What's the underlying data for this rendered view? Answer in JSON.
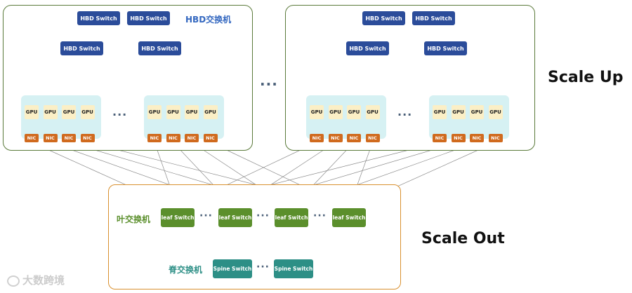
{
  "labels": {
    "scale_up": "Scale Up",
    "scale_out": "Scale Out",
    "hbd_group": "HBD交换机",
    "leaf_group": "叶交换机",
    "spine_group": "脊交换机",
    "ellipsis": "···"
  },
  "node_labels": {
    "hbd": "HBD Switch",
    "gpu": "GPU",
    "nic": "NIC",
    "leaf": "leaf Switch",
    "spine": "Spine Switch"
  },
  "watermark": "大数跨境",
  "colors": {
    "hbd": "#2b4c9a",
    "gpu": "#fbefc6",
    "nic": "#d06a1e",
    "leaf": "#5b8f2c",
    "spine": "#2d8f86",
    "pod_border": "#5a7a3a",
    "scaleout_border": "#d9902f",
    "group_fill": "#d6f1f3",
    "wire": "#8a8a8a"
  }
}
